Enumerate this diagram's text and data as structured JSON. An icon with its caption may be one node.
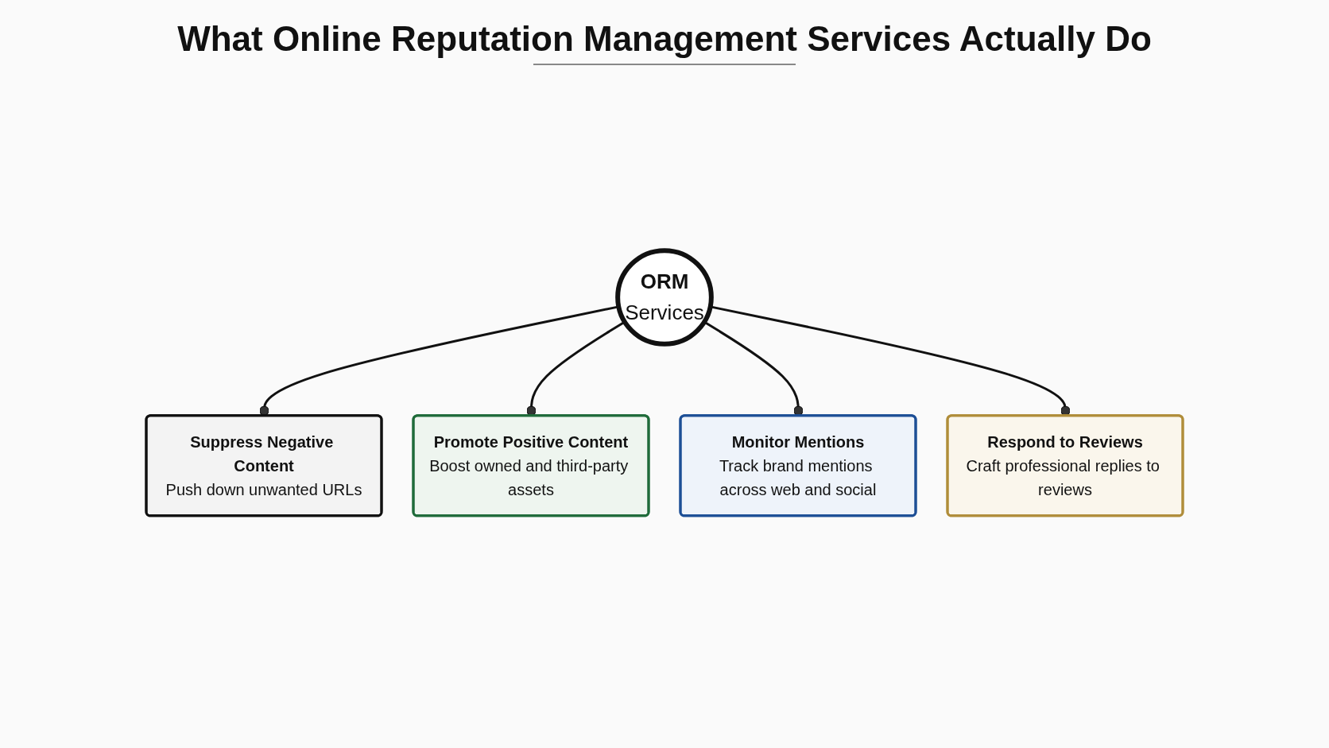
{
  "diagram": {
    "title": "What Online Reputation Management Services Actually Do",
    "nodes": [
      {
        "text": [
          "Suppress Negative Content",
          "Push down unwanted URLs"
        ]
      },
      {
        "text": [
          "Promote Positive Content",
          "Boost owned and third-party assets"
        ]
      },
      {
        "text": [
          "ORM",
          "Services"
        ]
      },
      {
        "text": [
          "Monitor Mentions",
          "Track brand mentions across web and social"
        ]
      },
      {
        "text": [
          "Respond to Reviews",
          "Craft professional replies to reviews"
        ]
      }
    ],
    "edges": [
      {
        "from": 2,
        "to": 0,
        "arrow": "other"
      },
      {
        "from": 2,
        "to": 1,
        "arrow": "other"
      },
      {
        "from": 2,
        "to": 3,
        "arrow": "other"
      },
      {
        "from": 2,
        "to": 4,
        "arrow": "other"
      }
    ]
  }
}
